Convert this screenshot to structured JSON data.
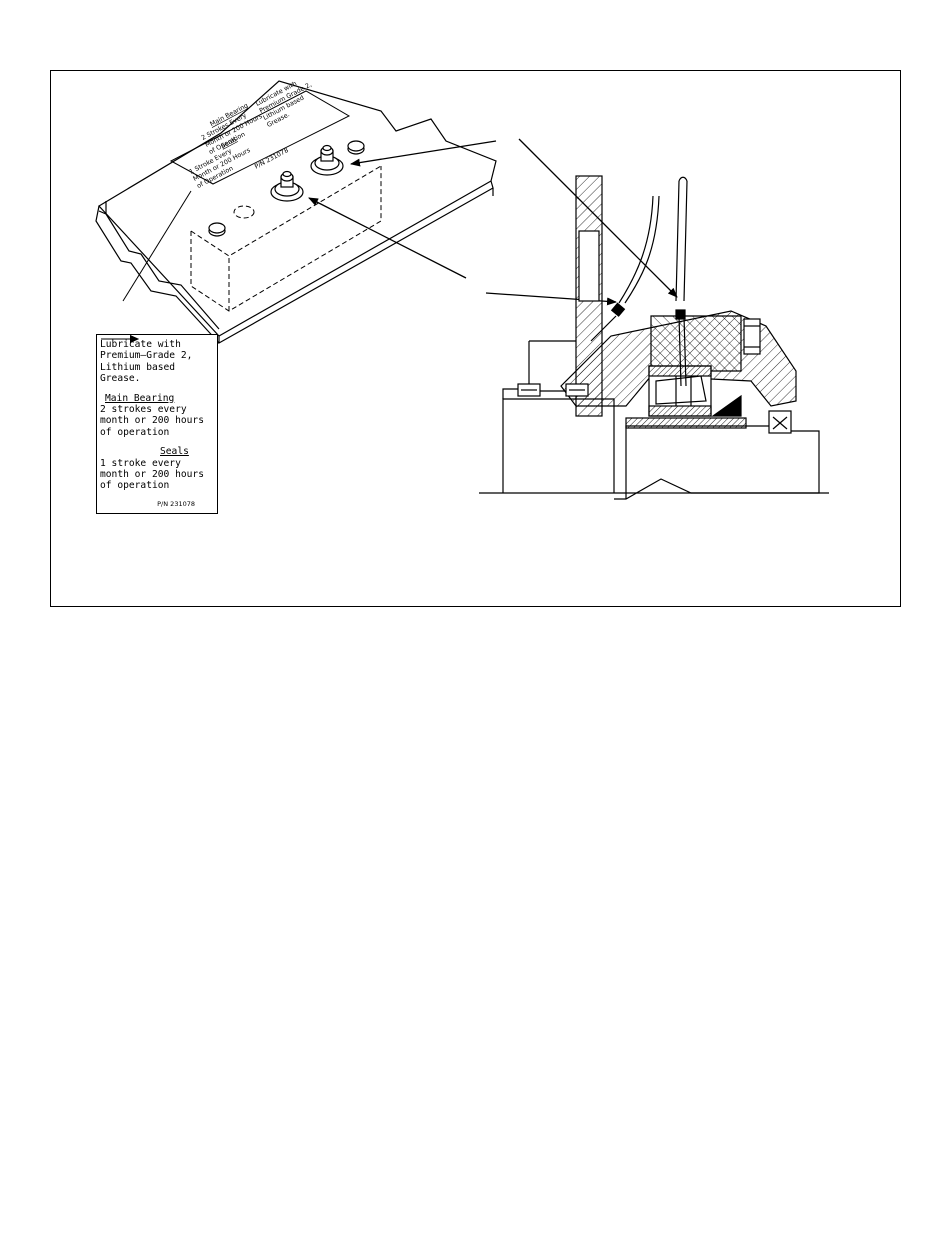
{
  "decal": {
    "intro": [
      "Lubricate with",
      "Premium–Grade 2,",
      "Lithium based",
      "Grease."
    ],
    "main_bearing": {
      "heading": "Main Bearing",
      "lines": [
        "2 strokes every",
        "month or 200 hours",
        "of operation"
      ]
    },
    "seals": {
      "heading": "Seals",
      "lines": [
        "1 stroke every",
        "month or 200 hours",
        "of operation"
      ]
    },
    "part_number": "P/N  231078"
  },
  "decal_small": {
    "intro": [
      "Lubricate with",
      "Premium Grade 2,",
      "Lithium based",
      "Grease."
    ],
    "main_bearing_heading": "Main Bearing",
    "main_bearing_lines": [
      "2 Strokes Every",
      "Month or 200 Hours",
      "of Operation"
    ],
    "seals_heading": "Seals",
    "seals_lines": [
      "1 Stroke Every",
      "Month or 200 Hours",
      "of Operation"
    ],
    "part_number": "P/N 231078"
  }
}
